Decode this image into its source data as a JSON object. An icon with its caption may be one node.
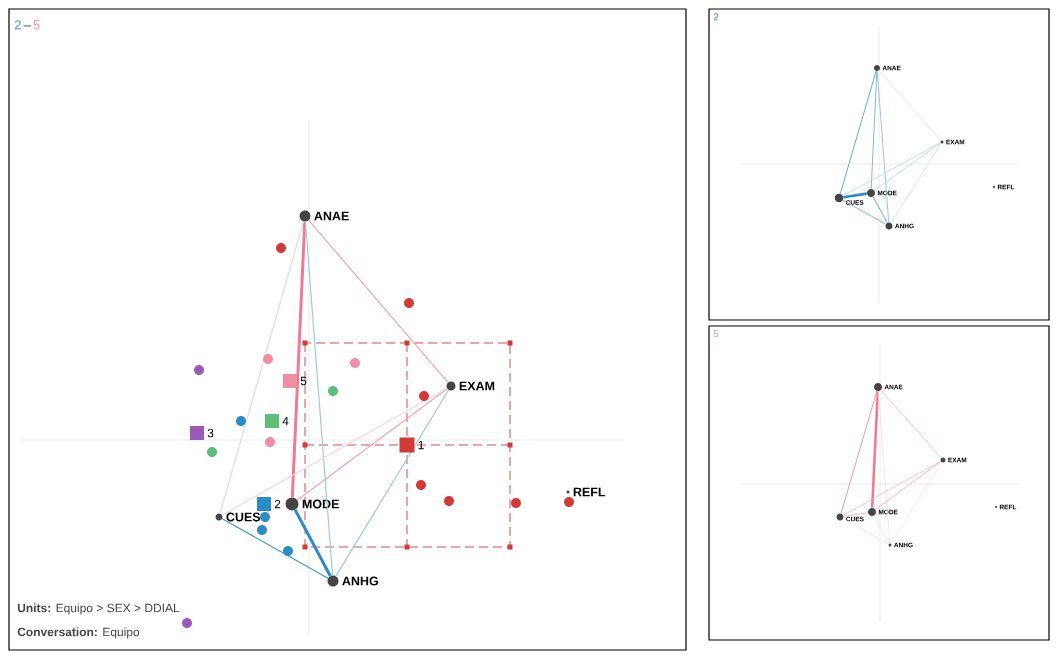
{
  "diagram": {
    "nodes": [
      {
        "text": [
          "2",
          "–",
          "5",
          "**Units:** Equipo > SEX > DDIAL",
          "**Conversation:** Equipo"
        ]
      },
      {
        "text": [
          "ANAE"
        ],
        "in": 0
      },
      {
        "text": [
          "EXAM"
        ],
        "in": 0
      },
      {
        "text": [
          "REFL"
        ],
        "in": 0
      },
      {
        "text": [
          "MODE"
        ],
        "in": 0
      },
      {
        "text": [
          "CUES"
        ],
        "in": 0
      },
      {
        "text": [
          "ANHG"
        ],
        "in": 0
      },
      {
        "text": [
          "2"
        ]
      },
      {
        "text": [
          "ANAE"
        ],
        "in": 7
      },
      {
        "text": [
          "EXAM"
        ],
        "in": 7
      },
      {
        "text": [
          "REFL"
        ],
        "in": 7
      },
      {
        "text": [
          "MODE"
        ],
        "in": 7
      },
      {
        "text": [
          "CUES"
        ],
        "in": 7
      },
      {
        "text": [
          "ANHG"
        ],
        "in": 7
      },
      {
        "text": [
          "5"
        ]
      },
      {
        "text": [
          "ANAE"
        ],
        "in": 14
      },
      {
        "text": [
          "EXAM"
        ],
        "in": 14
      },
      {
        "text": [
          "REFL"
        ],
        "in": 14
      },
      {
        "text": [
          "MODE"
        ],
        "in": 14
      },
      {
        "text": [
          "CUES"
        ],
        "in": 14
      },
      {
        "text": [
          "ANHG"
        ],
        "in": 14
      }
    ],
    "edges": [
      {
        "from": 1,
        "to": 2,
        "arrow": "none",
        "color": "#f4a3b3"
      },
      {
        "from": 1,
        "to": 4,
        "arrow": "none",
        "style": "thick",
        "color": "#f07a92"
      },
      {
        "from": 1,
        "to": 6,
        "arrow": "none",
        "color": "#9ccbe0"
      },
      {
        "from": 1,
        "to": 5,
        "arrow": "none",
        "color": "#dddddd"
      },
      {
        "from": 2,
        "to": 4,
        "arrow": "none",
        "color": "#f4a3b3"
      },
      {
        "from": 2,
        "to": 5,
        "arrow": "none",
        "color": "#f8d5dc"
      },
      {
        "from": 2,
        "to": 6,
        "arrow": "none",
        "color": "#9ccbe0"
      },
      {
        "from": 4,
        "to": 6,
        "arrow": "none",
        "style": "thick",
        "color": "#2b8cc4"
      },
      {
        "from": 5,
        "to": 6,
        "arrow": "none",
        "color": "#3a9ac9"
      },
      {
        "from": 8,
        "to": 12,
        "arrow": "none",
        "color": "#3a9ac9"
      },
      {
        "from": 8,
        "to": 11,
        "arrow": "none",
        "color": "#5aa8d0"
      },
      {
        "from": 8,
        "to": 13,
        "arrow": "none",
        "color": "#7fbbd8"
      },
      {
        "from": 8,
        "to": 9,
        "arrow": "none",
        "color": "#dddddd"
      },
      {
        "from": 9,
        "to": 12,
        "arrow": "none",
        "color": "#b5d6e6"
      },
      {
        "from": 9,
        "to": 11,
        "arrow": "none",
        "color": "#b5d6e6"
      },
      {
        "from": 9,
        "to": 13,
        "arrow": "none",
        "color": "#c8dfea"
      },
      {
        "from": 12,
        "to": 11,
        "arrow": "none",
        "style": "thick",
        "color": "#2b8cc4"
      },
      {
        "from": 12,
        "to": 13,
        "arrow": "none",
        "color": "#5aa8d0"
      },
      {
        "from": 11,
        "to": 13,
        "arrow": "none",
        "color": "#3a9ac9"
      },
      {
        "from": 15,
        "to": 19,
        "arrow": "none",
        "color": "#f07a92"
      },
      {
        "from": 15,
        "to": 18,
        "arrow": "none",
        "style": "thick",
        "color": "#f07a92"
      },
      {
        "from": 15,
        "to": 16,
        "arrow": "none",
        "color": "#f4b3c0"
      },
      {
        "from": 15,
        "to": 20,
        "arrow": "none",
        "color": "#f3dde2"
      },
      {
        "from": 16,
        "to": 19,
        "arrow": "none",
        "color": "#f4b3c0"
      },
      {
        "from": 16,
        "to": 18,
        "arrow": "none",
        "color": "#f4a3b3"
      },
      {
        "from": 16,
        "to": 20,
        "arrow": "none",
        "color": "#f3e3e6"
      },
      {
        "from": 19,
        "to": 18,
        "arrow": "none",
        "color": "#f4a3b3"
      },
      {
        "from": 19,
        "to": 20,
        "arrow": "none",
        "color": "#f3dde2"
      },
      {
        "from": 18,
        "to": 20,
        "arrow": "none",
        "color": "#f3dde2"
      }
    ],
    "labels": [
      "5",
      "4",
      "3",
      "1",
      "2"
    ]
  }
}
